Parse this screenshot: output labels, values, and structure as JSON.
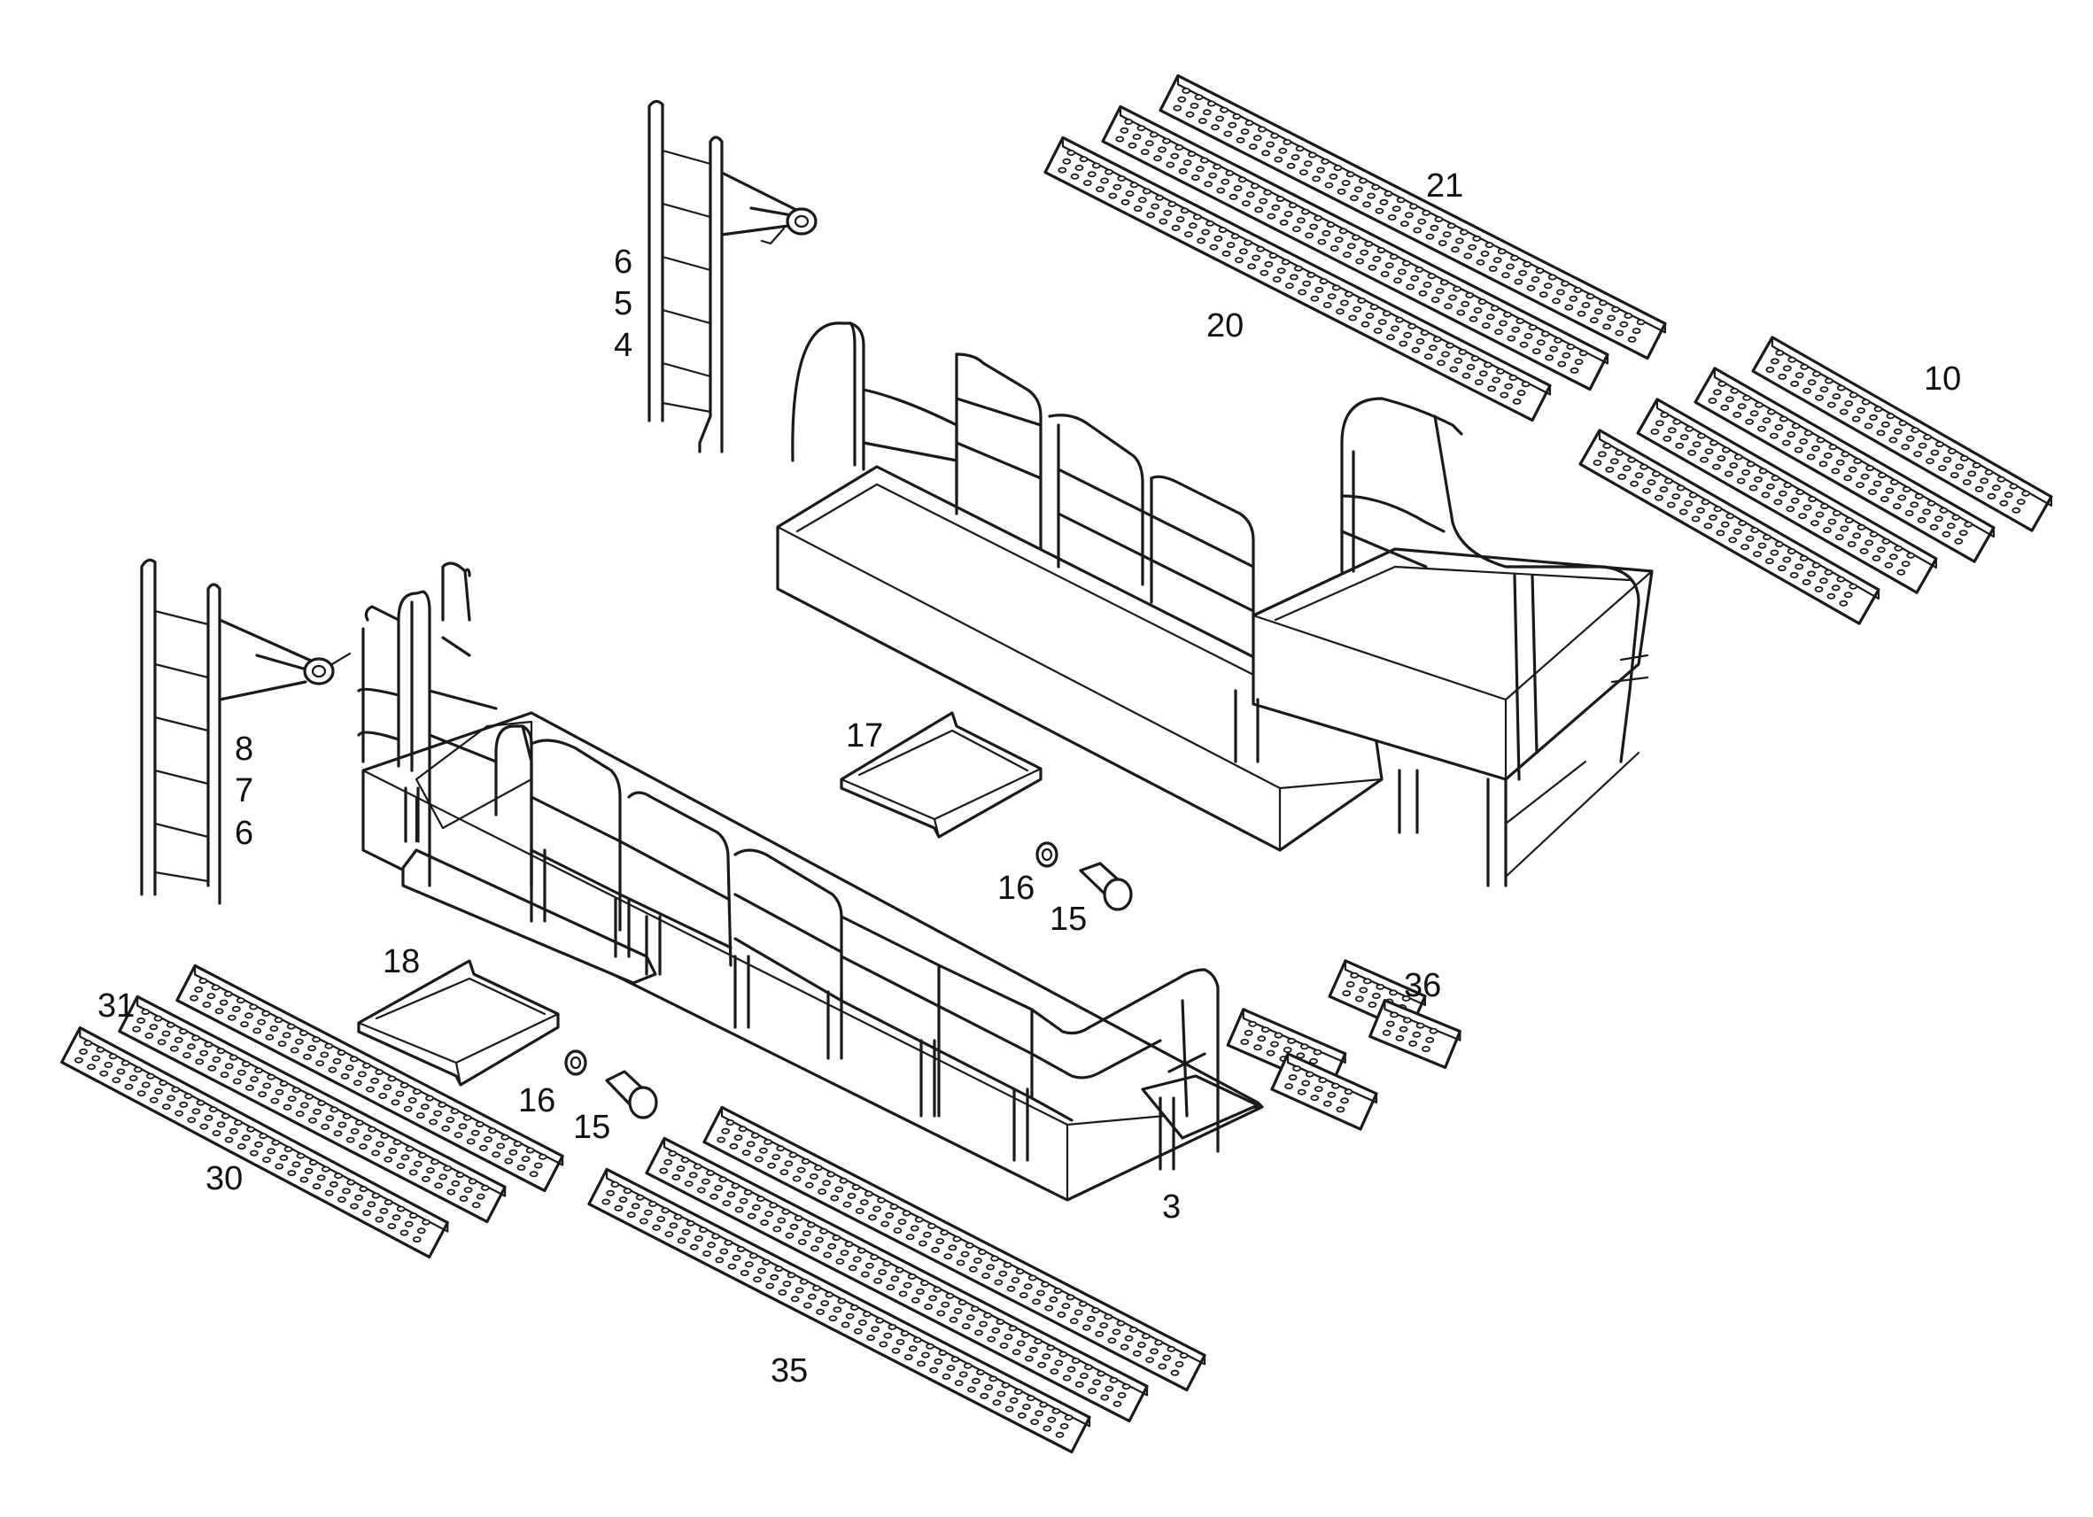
{
  "callouts": {
    "c_6a": "6",
    "c_5": "5",
    "c_4": "4",
    "c_21": "21",
    "c_20": "20",
    "c_10": "10",
    "c_8": "8",
    "c_7": "7",
    "c_6b": "6",
    "c_17": "17",
    "c_16a": "16",
    "c_15a": "15",
    "c_18": "18",
    "c_31": "31",
    "c_30": "30",
    "c_16b": "16",
    "c_15b": "15",
    "c_36": "36",
    "c_3": "3",
    "c_35": "35"
  }
}
